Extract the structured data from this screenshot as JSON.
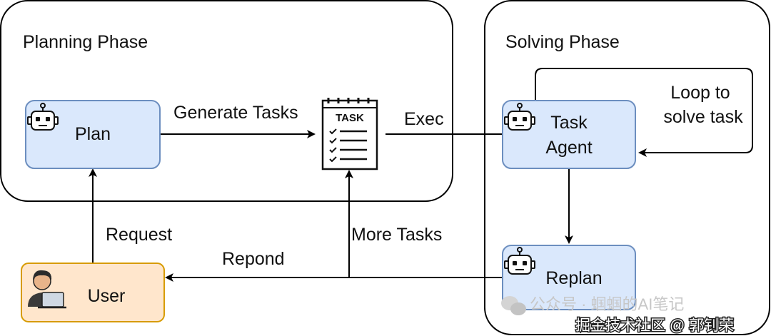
{
  "phases": {
    "planning": "Planning Phase",
    "solving": "Solving Phase"
  },
  "nodes": {
    "plan": "Plan",
    "task_agent_line1": "Task",
    "task_agent_line2": "Agent",
    "replan": "Replan",
    "user": "User",
    "task_doc": "TASK"
  },
  "edges": {
    "generate_tasks": "Generate Tasks",
    "exec": "Exec",
    "loop_line1": "Loop to",
    "loop_line2": "solve task",
    "request": "Request",
    "more_tasks": "More Tasks",
    "repond": "Repond"
  },
  "watermarks": {
    "wechat": "公众号 · 蝈蝈的AI笔记",
    "juejin": "掘金技术社区 @ 郭钊荣"
  },
  "colors": {
    "node_fill": "#dae8fc",
    "node_stroke": "#6c8ebf",
    "user_fill": "#ffe6cc",
    "user_stroke": "#d79b00",
    "line": "#000000"
  },
  "icons": {
    "robot": "robot-icon",
    "task": "task-checklist-icon",
    "user": "user-laptop-icon"
  }
}
